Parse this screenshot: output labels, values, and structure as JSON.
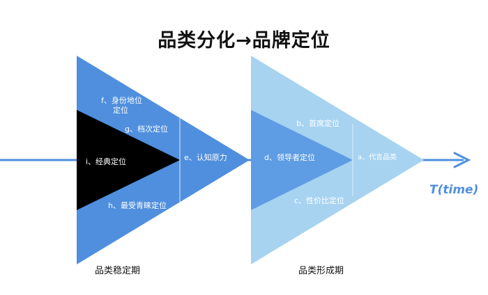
{
  "title": "品类分化→品牌定位",
  "colors": {
    "stable_outer": "#4F8FDE",
    "stable_inner": "#000000",
    "formation_outer": "#A7D3F1",
    "formation_inner": "#5E9CE4",
    "formation_tip": "#A7D3F1",
    "arrow": "#4F8FDE",
    "white_text": "#FFFFFF",
    "divider": "#DDEBFA"
  },
  "labels": {
    "f_line1": "f、身份地位",
    "f_line2": "定位",
    "g": "g、档次定位",
    "i": "i、经典定位",
    "h": "h、最受青睐定位",
    "e": "e、认知原力",
    "b": "b、首席定位",
    "d": "d、领导者定位",
    "c": "c、性价比定位",
    "a": "a、代言品类"
  },
  "phases": {
    "stable": "品类稳定期",
    "formation": "品类形成期"
  },
  "axis": {
    "label": "T(time)"
  }
}
